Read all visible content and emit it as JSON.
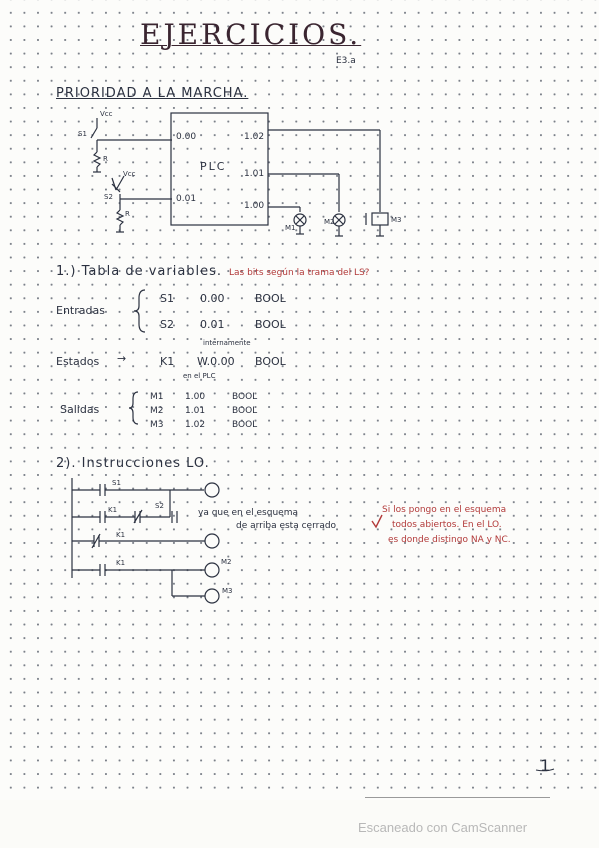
{
  "title": "EJERCICIOS.",
  "title_note": "E3.a",
  "section0": {
    "heading": "PRIORIDAD A LA MARCHA.",
    "labels": {
      "s1": "S1",
      "vcc_top": "Vcc",
      "r_top": "R",
      "s2": "S2",
      "vcc_bottom": "Vcc",
      "r_bottom": "R",
      "in0": "0.00",
      "in1": "0.01",
      "plc": "PLC",
      "out2": "1.02",
      "out1": "1.01",
      "out0": "1.00",
      "m1": "M1",
      "m2": "M2",
      "m3": "M3"
    }
  },
  "section1": {
    "heading": "1.) Tabla de variables.",
    "note": "Las bits según la trama del LS?",
    "entradas_label": "Entradas",
    "entradas": [
      {
        "name": "S1",
        "addr": "0.00",
        "type": "BOOL"
      },
      {
        "name": "S2",
        "addr": "0.01",
        "type": "BOOL"
      }
    ],
    "estados_label": "Estados",
    "arrow": "→",
    "estados_note_top": "internamente",
    "estados_note_bottom": "en el PLC",
    "estados": [
      {
        "name": "K1",
        "addr": "W.0.00",
        "type": "BOOL"
      }
    ],
    "salidas_label": "Salidas",
    "salidas": [
      {
        "name": "M1",
        "addr": "1.00",
        "type": "BOOL"
      },
      {
        "name": "M2",
        "addr": "1.01",
        "type": "BOOL"
      },
      {
        "name": "M3",
        "addr": "1.02",
        "type": "BOOL"
      }
    ]
  },
  "section2": {
    "heading": "2). Instrucciones LO.",
    "ladder": {
      "s1": "S1",
      "k1_contact": "K1",
      "s2": "S2",
      "k1_row3": "K1",
      "k1_row4": "K1",
      "m2": "M2",
      "m3": "M3"
    },
    "note_ink_1": "ya que en el esquema",
    "note_ink_2": "de arriba esta cerrado",
    "note_red_1": "Si los pongo en el esquema",
    "note_red_2": "todos abiertos. En el LO.",
    "note_red_3": "es donde distingo NA y NC."
  },
  "page_number": "1",
  "watermark": "Escaneado con CamScanner"
}
